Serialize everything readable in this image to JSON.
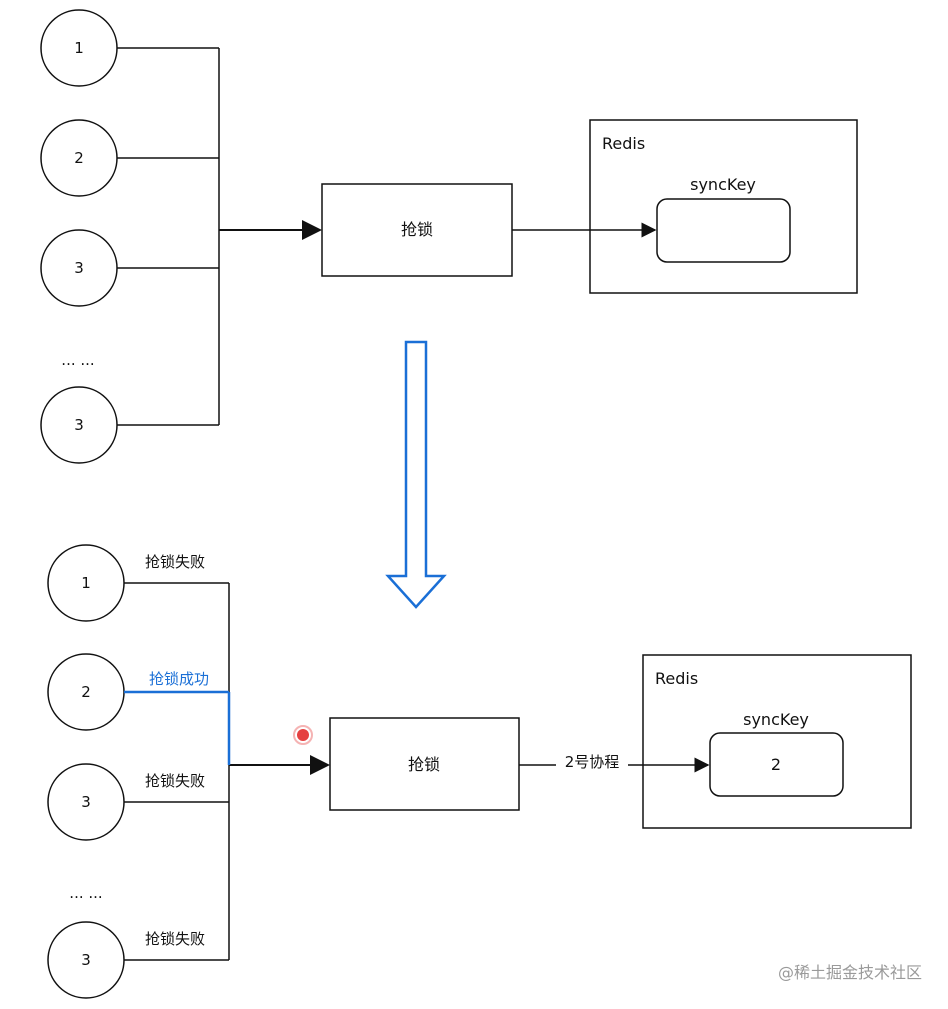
{
  "top": {
    "workers": [
      "1",
      "2",
      "3",
      "... ...",
      "3"
    ],
    "lock_box": "抢锁",
    "redis_title": "Redis",
    "key_label": "syncKey",
    "key_value": ""
  },
  "bottom": {
    "workers": [
      "1",
      "2",
      "3",
      "... ...",
      "3"
    ],
    "worker_status": [
      "抢锁失败",
      "抢锁成功",
      "抢锁失败",
      "抢锁失败"
    ],
    "lock_box": "抢锁",
    "edge_label": "2号协程",
    "redis_title": "Redis",
    "key_label": "syncKey",
    "key_value": "2"
  },
  "footer": {
    "watermark": "@稀土掘金技术社区"
  },
  "colors": {
    "line": "#111111",
    "highlight": "#1a6fd6",
    "arrow_fill": "#ffffff",
    "cursor_dot": "#e02020"
  }
}
